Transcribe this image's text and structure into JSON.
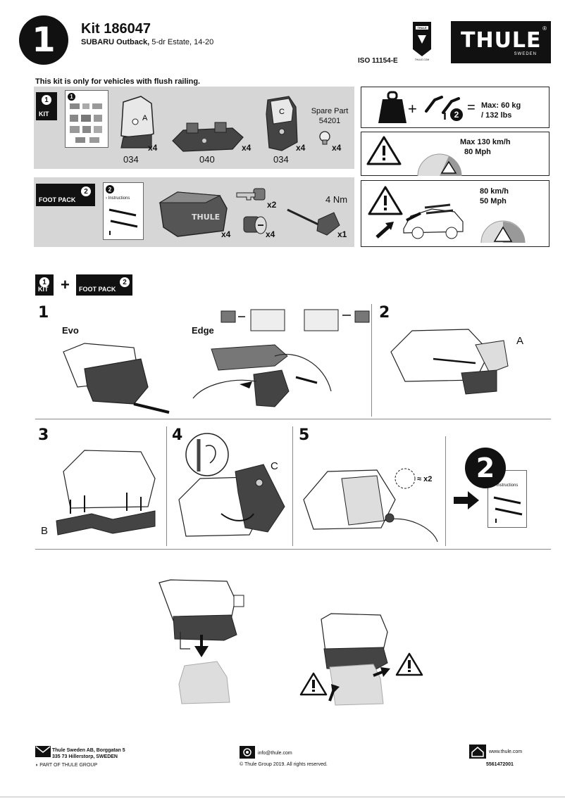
{
  "header": {
    "step_number": "1",
    "kit_title": "Kit 186047",
    "vehicle_model": "SUBARU Outback,",
    "vehicle_detail": " 5-dr Estate, 14-20",
    "iso": "ISO 11154-E",
    "badge_text": "THULE",
    "badge_site": "THULE.COM",
    "brand_logo": "THULE",
    "brand_sub": "SWEDEN",
    "brand_reg": "®"
  },
  "notice": "This kit is only for vehicles with flush railing.",
  "kit_section": {
    "tag_label": "KIT",
    "tag_number": "1",
    "instruction_sheet_number": "1",
    "parts": [
      {
        "qty": "x4",
        "code": "034",
        "letter": "A"
      },
      {
        "qty": "x4",
        "code": "040"
      },
      {
        "qty": "x4",
        "code": "034",
        "letter": "C"
      }
    ],
    "spare_part_label": "Spare Part",
    "spare_part_number": "54201",
    "spare_qty": "x4"
  },
  "foot_pack_section": {
    "tag_label": "FOOT PACK",
    "tag_number": "2",
    "sheet_number": "2",
    "sheet_label": "› Instructions",
    "foot_logo": "THULE",
    "foot_qty": "x4",
    "key_qty": "x2",
    "lock_qty": "x4",
    "torque": "4 Nm",
    "tool_qty": "x1"
  },
  "warnings": {
    "load_max": "Max: 60 kg",
    "load_lbs": "/ 132 lbs",
    "equals": "=",
    "plus": "+",
    "info_icon_text": "i",
    "info_icon_num": "2",
    "speed_max_label": "Max  130 km/h",
    "speed_max_mph": "80 Mph",
    "speed2_kmh": "80 km/h",
    "speed2_mph": "50 Mph"
  },
  "combo": {
    "kit_label": "KIT",
    "kit_number": "1",
    "plus": "+",
    "foot_label": "FOOT PACK",
    "foot_number": "2"
  },
  "steps": {
    "s1": "1",
    "evo": "Evo",
    "edge": "Edge",
    "s2": "2",
    "s2_label": "A",
    "s3": "3",
    "s3_label": "B",
    "s4": "4",
    "s4_label": "C",
    "s5": "5",
    "s5_qty": "x2",
    "s5_approx": "≈",
    "next_number": "2",
    "next_label": "› Instructions"
  },
  "footer": {
    "address_line1": "Thule Sweden AB, Borggatan 5",
    "address_line2": "335 73 Hillerstorp, SWEDEN",
    "group": "PART OF THULE GROUP",
    "email": "info@thule.com",
    "copyright": "© Thule Group 2019. All rights reserved.",
    "website": "www.thule.com",
    "doc_number": "5561472001"
  }
}
